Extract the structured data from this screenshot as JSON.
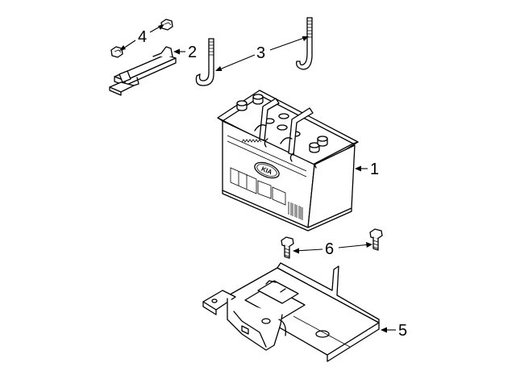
{
  "diagram": {
    "brand_mark": "KIA",
    "callouts": [
      {
        "id": "1",
        "label": "1"
      },
      {
        "id": "2",
        "label": "2"
      },
      {
        "id": "3",
        "label": "3"
      },
      {
        "id": "4",
        "label": "4"
      },
      {
        "id": "5",
        "label": "5"
      },
      {
        "id": "6",
        "label": "6"
      }
    ]
  }
}
